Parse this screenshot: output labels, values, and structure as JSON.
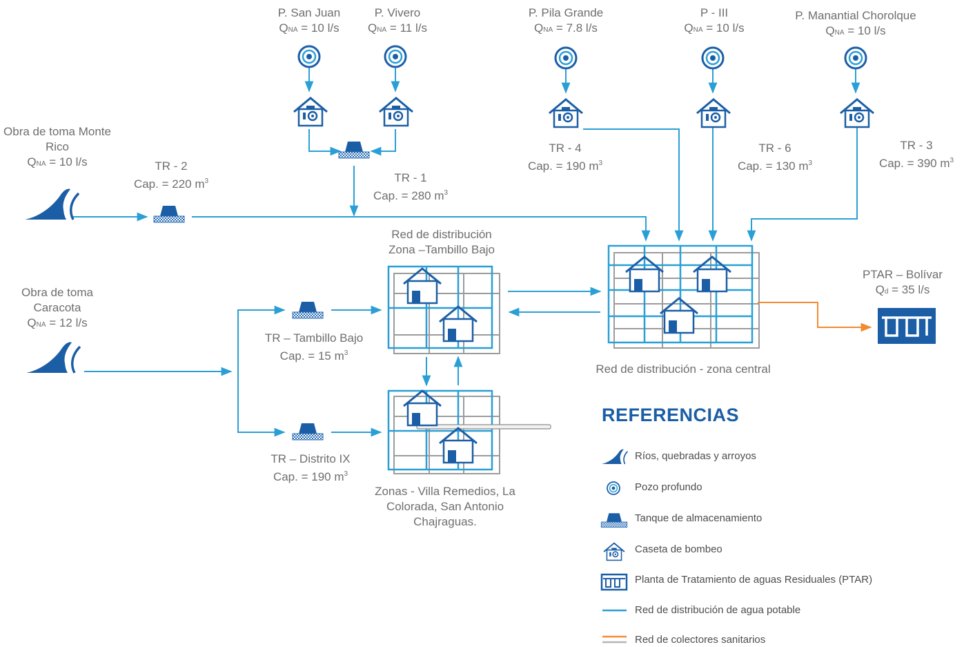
{
  "colors": {
    "network": "#2a9fd6",
    "icon": "#1b5ea6",
    "grid": "#9b9b9b",
    "sewer": "#f28a30",
    "text": "#6d6e71"
  },
  "wells": [
    {
      "name": "P. San Juan",
      "q_sym": "Q",
      "q_sub": "NA",
      "q_val": "= 10 l/s"
    },
    {
      "name": "P. Vivero",
      "q_sym": "Q",
      "q_sub": "NA",
      "q_val": "= 11 l/s"
    },
    {
      "name": "P. Pila Grande",
      "q_sym": "Q",
      "q_sub": "NA",
      "q_val": "= 7.8 l/s"
    },
    {
      "name": "P - III",
      "q_sym": "Q",
      "q_sub": "NA",
      "q_val": "= 10 l/s"
    },
    {
      "name": "P. Manantial Chorolque",
      "q_sym": "Q",
      "q_sub": "NA",
      "q_val": "= 10 l/s"
    }
  ],
  "intakes": [
    {
      "line1": "Obra de toma Monte",
      "line2": "Rico",
      "q_sym": "Q",
      "q_sub": "NA",
      "q_val": "= 10 l/s"
    },
    {
      "line1": "Obra de toma",
      "line2": "Caracota",
      "q_sym": "Q",
      "q_sub": "NA",
      "q_val": "= 12 l/s"
    }
  ],
  "tanks": [
    {
      "name": "TR - 1",
      "cap": "Cap. = 280 m",
      "sup": "3"
    },
    {
      "name": "TR - 2",
      "cap": "Cap. = 220 m",
      "sup": "3"
    },
    {
      "name": "TR - 3",
      "cap": "Cap. = 390 m",
      "sup": "3"
    },
    {
      "name": "TR - 4",
      "cap": "Cap. = 190 m",
      "sup": "3"
    },
    {
      "name": "TR - 6",
      "cap": "Cap. = 130 m",
      "sup": "3"
    },
    {
      "name": "TR – Tambillo Bajo",
      "cap": "Cap. = 15 m",
      "sup": "3"
    },
    {
      "name": "TR – Distrito IX",
      "cap": "Cap. = 190 m",
      "sup": "3"
    }
  ],
  "zones": {
    "tambillo_line1": "Red de distribución",
    "tambillo_line2": "Zona –Tambillo Bajo",
    "central": "Red de distribución - zona central",
    "villa_line1": "Zonas - Villa Remedios, La",
    "villa_line2": "Colorada, San Antonio",
    "villa_line3": "Chajraguas."
  },
  "ptar": {
    "name": "PTAR – Bolívar",
    "q_sym": "Q",
    "q_sub": "d",
    "q_val": "= 35 l/s"
  },
  "legend": {
    "title": "REFERENCIAS",
    "items": [
      {
        "icon": "river-icon",
        "label": "Ríos, quebradas y arroyos"
      },
      {
        "icon": "deep-well-icon",
        "label": "Pozo profundo"
      },
      {
        "icon": "storage-tank-icon",
        "label": "Tanque de almacenamiento"
      },
      {
        "icon": "pump-house-icon",
        "label": "Caseta de bombeo"
      },
      {
        "icon": "treatment-plant-icon",
        "label": "Planta de Tratamiento de aguas Residuales (PTAR)"
      },
      {
        "icon": "water-line-icon",
        "label": "Red de distribución de agua potable"
      },
      {
        "icon": "sewer-line-icon",
        "label": "Red de colectores sanitarios"
      }
    ]
  }
}
